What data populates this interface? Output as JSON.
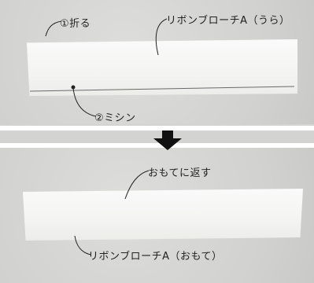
{
  "top": {
    "label_fold": "①折る",
    "label_reverse_side": "リボンブローチA（うら）",
    "label_sew": "②ミシン"
  },
  "bottom": {
    "label_turn": "おもてに返す",
    "label_front_side": "リボンブローチA（おもて）"
  },
  "icons": {
    "down_arrow": "down-arrow-icon"
  }
}
